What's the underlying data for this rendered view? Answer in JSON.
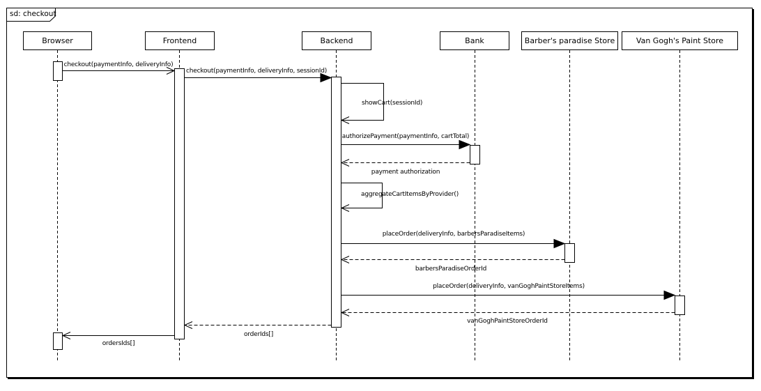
{
  "frame": {
    "title": "sd: checkout",
    "diagram_type": "uml-sequence-diagram"
  },
  "colors": {
    "stroke": "#000000",
    "background": "#ffffff"
  },
  "lifelines": [
    {
      "name": "Browser"
    },
    {
      "name": "Frontend"
    },
    {
      "name": "Backend"
    },
    {
      "name": "Bank"
    },
    {
      "name": "Barber's paradise Store"
    },
    {
      "name": "Van Gogh's Paint Store"
    }
  ],
  "messages": [
    {
      "label": "checkout(paymentInfo, deliveryInfo)",
      "from": "Browser",
      "to": "Frontend",
      "line": "solid",
      "arrow": "open"
    },
    {
      "label": "checkout(paymentInfo, deliveryInfo, sessionId)",
      "from": "Frontend",
      "to": "Backend",
      "line": "solid",
      "arrow": "filled"
    },
    {
      "label": "showCart(sessionId)",
      "from": "Backend",
      "to": "Backend",
      "self": true,
      "line": "solid",
      "arrow": "open"
    },
    {
      "label": "authorizePayment(paymentInfo, cartTotal)",
      "from": "Backend",
      "to": "Bank",
      "line": "solid",
      "arrow": "filled"
    },
    {
      "label": "payment authorization",
      "from": "Bank",
      "to": "Backend",
      "line": "dashed",
      "arrow": "open"
    },
    {
      "label": "aggregateCartItemsByProvider()",
      "from": "Backend",
      "to": "Backend",
      "self": true,
      "line": "solid",
      "arrow": "open"
    },
    {
      "label": "placeOrder(deliveryInfo, barbersParadiseItems)",
      "from": "Backend",
      "to": "Barber's paradise Store",
      "line": "solid",
      "arrow": "filled"
    },
    {
      "label": "barbersParadiseOrderId",
      "from": "Barber's paradise Store",
      "to": "Backend",
      "line": "dashed",
      "arrow": "open"
    },
    {
      "label": "placeOrder(deliveryInfo, vanGoghPaintStoreItems)",
      "from": "Backend",
      "to": "Van Gogh's Paint Store",
      "line": "solid",
      "arrow": "filled"
    },
    {
      "label": "vanGoghPaintStoreOrderId",
      "from": "Van Gogh's Paint Store",
      "to": "Backend",
      "line": "dashed",
      "arrow": "open"
    },
    {
      "label": "orderIds[]",
      "from": "Backend",
      "to": "Frontend",
      "line": "dashed",
      "arrow": "open"
    },
    {
      "label": "ordersIds[]",
      "from": "Frontend",
      "to": "Browser",
      "line": "solid",
      "arrow": "open"
    }
  ]
}
